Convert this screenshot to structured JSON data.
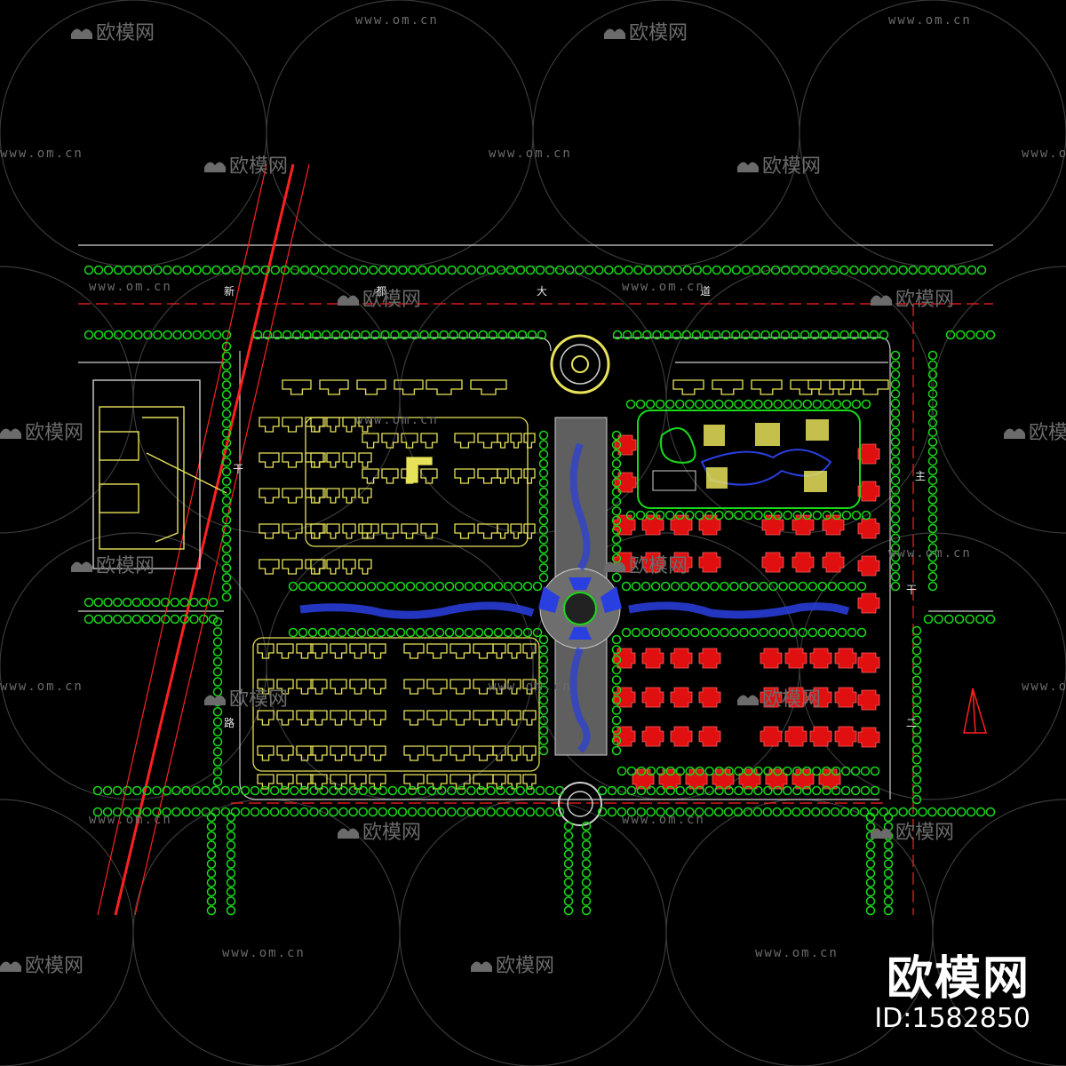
{
  "drawing": {
    "road_labels": {
      "north_road": [
        "新",
        "都",
        "大",
        "道"
      ],
      "east_road": [
        "主",
        "干",
        "二"
      ],
      "west_road": [
        "干",
        "路"
      ]
    }
  },
  "watermark": {
    "brand_small": "欧模网",
    "url": "www.om.cn"
  },
  "branding": {
    "brand_large": "欧模网",
    "asset_id": "ID:1582850"
  },
  "colors": {
    "background": "#000000",
    "trees": "#19d919",
    "buildings": "#e8e25a",
    "villas": "#e01010",
    "water": "#2a3fe0",
    "plaza": "#8a8a8a",
    "roads": "#cfcfcf",
    "redline": "#ff2020"
  }
}
